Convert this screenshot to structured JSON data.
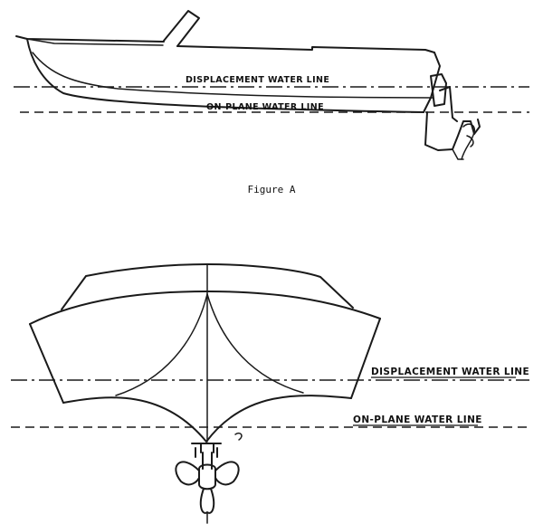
{
  "figure_a": {
    "caption": "Figure A",
    "displacement_label": "DISPLACEMENT WATER LINE",
    "on_plane_label": "ON-PLANE WATER LINE"
  },
  "figure_b": {
    "displacement_label": "DISPLACEMENT WATER LINE",
    "on_plane_label": "ON-PLANE WATER LINE"
  }
}
